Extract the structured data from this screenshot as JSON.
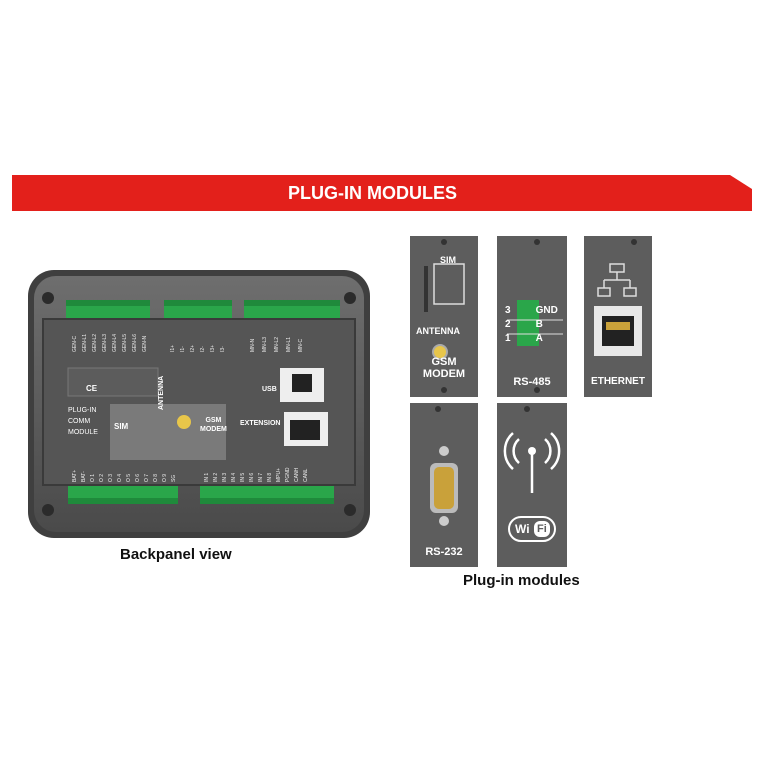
{
  "banner": {
    "title": "PLUG-IN MODULES",
    "color": "#e3201b"
  },
  "backpanel": {
    "caption": "Backpanel view",
    "top_terminals_a": [
      "GEN-C",
      "GEN-L1",
      "GEN-L2",
      "GEN-L3",
      "GEN-L4",
      "GEN-L5",
      "GEN-L6",
      "GEN-N"
    ],
    "top_terminals_b": [
      "I1+",
      "I1-",
      "I2+",
      "I2-",
      "I3+",
      "I3-"
    ],
    "top_terminals_c": [
      "MN-N",
      "MN-L3",
      "MN-L2",
      "MN-L1",
      "MN-C"
    ],
    "bottom_terminals_a": [
      "BAT+",
      "BAT-",
      "O 1",
      "O 2",
      "O 3",
      "O 4",
      "O 5",
      "O 6",
      "O 7",
      "O 8",
      "O 9",
      "SG"
    ],
    "bottom_terminals_b": [
      "IN 1",
      "IN 2",
      "IN 3",
      "IN 4",
      "IN 5",
      "IN 6",
      "IN 7",
      "IN 8",
      "MPU+",
      "PGND",
      "CANH",
      "CANL"
    ],
    "plugin_label": [
      "PLUG-IN",
      "COMM",
      "MODULE"
    ],
    "sim_label": "SIM",
    "antenna_label": "ANTENNA",
    "gsm_label": [
      "GSM",
      "MODEM"
    ],
    "usb_label": "USB",
    "extension_label": "EXTENSION",
    "cert_label": "CE"
  },
  "modules": {
    "caption": "Plug-in modules",
    "gsm": {
      "sim": "SIM",
      "antenna": "ANTENNA",
      "name_line1": "GSM",
      "name_line2": "MODEM"
    },
    "rs485": {
      "name": "RS-485",
      "pins": [
        "GND",
        "B",
        "A"
      ],
      "numbers": [
        "3",
        "2",
        "1"
      ]
    },
    "ethernet": {
      "name": "ETHERNET"
    },
    "rs232": {
      "name": "RS-232"
    },
    "wifi": {
      "name_a": "Wi",
      "name_b": "Fi"
    }
  }
}
